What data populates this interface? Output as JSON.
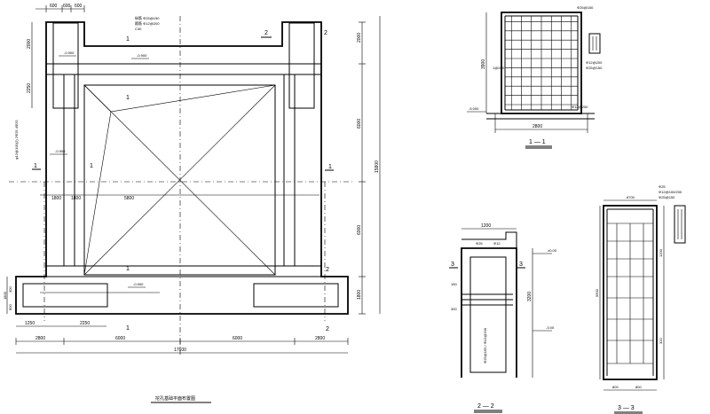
{
  "plan": {
    "top_dims": [
      "600",
      "600",
      "600"
    ],
    "dims_bottom": [
      "2800",
      "6000",
      "6000",
      "2800"
    ],
    "total_width": "17600",
    "dims_mid": [
      "1800",
      "1800",
      "5800"
    ],
    "dims_lower": [
      "1250",
      "2250"
    ],
    "dims_right": [
      "2000",
      "6000",
      "6000",
      "1800"
    ],
    "total_height": "15800",
    "dims_left_top": [
      "2000",
      "2250"
    ],
    "dims_left_bottom": [
      "1800",
      "800",
      "400"
    ],
    "elev_labels": [
      "-0.900",
      "-0.900",
      "-0.900",
      "-0.900"
    ],
    "cut_marks": {
      "one": "1",
      "two": "2"
    },
    "section_label": "1",
    "note_lines": [
      "纵筋 Φ25@150",
      "箍筋 Φ12@200",
      "C30"
    ],
    "side_note": "φ12@100(2) 2Φ25 4Φ25",
    "caption": "挖孔基础平面布置图"
  },
  "sec1": {
    "title": "1 — 1",
    "dims": [
      "3900",
      "2800"
    ],
    "elev_bottom": "-5.000",
    "rebar_labels": [
      "Φ25@150",
      "Φ12@200",
      "Φ25@150",
      "1@200",
      "Φ12@200"
    ]
  },
  "sec2": {
    "title": "2 — 2",
    "width_dim": "1200",
    "height_dim": "3200",
    "elev_top": "±0.00",
    "elev_bottom": "-3.00",
    "cut_mark": "3",
    "rebar_labels": [
      "Φ25",
      "Φ12",
      "Φ25@150 / Φ12@200"
    ],
    "small_dims": [
      "150",
      "300"
    ]
  },
  "sec3": {
    "title": "3 — 3",
    "top_dim": "8700",
    "side_dims": [
      "1200",
      "320"
    ],
    "bottom_dims": [
      "800",
      "800"
    ],
    "left_dim": "5600",
    "note_lines": [
      "Φ25",
      "Φ12@100/200",
      "Φ25@150"
    ]
  }
}
